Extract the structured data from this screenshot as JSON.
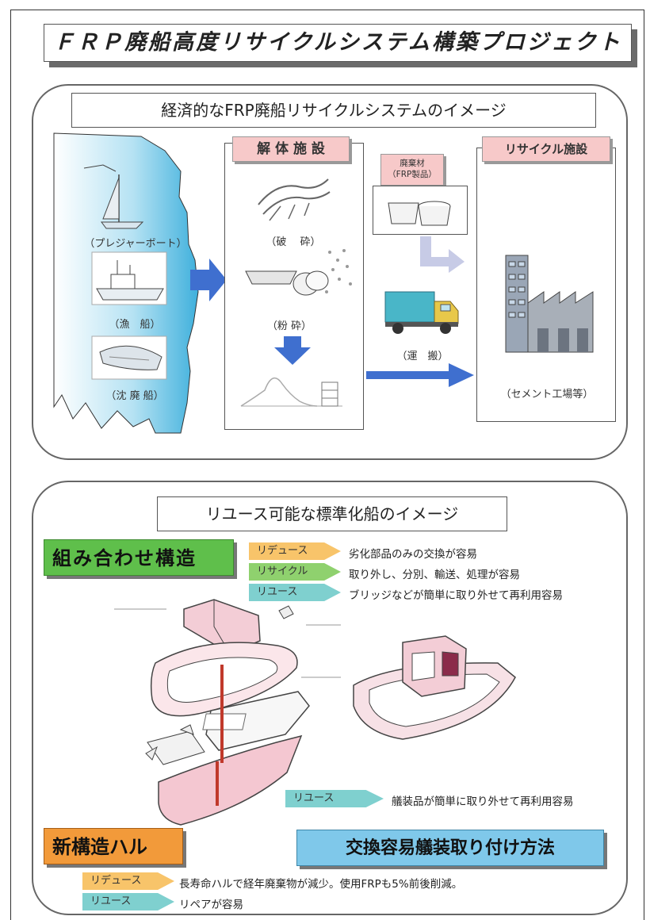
{
  "title": "ＦＲＰ廃船高度リサイクルシステム構築プロジェクト",
  "panel1": {
    "title": "経済的なFRP廃船リサイクルシステムのイメージ",
    "boats": [
      "（プレジャーボート）",
      "（漁　船）",
      "（沈 廃 船）"
    ],
    "dismantling": {
      "label": "解 体 施 設",
      "crush": "（破　 砕）",
      "pulverize": "（粉 砕）"
    },
    "materials": {
      "label": "廃棄材",
      "sublabel": "（FRP製品）"
    },
    "transport": "（運　搬）",
    "recycling": {
      "label": "リサイクル施設",
      "caption": "（セメント工場等）"
    }
  },
  "panel2": {
    "title": "リユース可能な標準化船のイメージ",
    "combo_structure": "組み合わせ構造",
    "tags_top": [
      {
        "tag": "リデュース",
        "desc": "劣化部品のみの交換が容易",
        "color": "#f8c46a"
      },
      {
        "tag": "リサイクル",
        "desc": "取り外し、分別、輸送、処理が容易",
        "color": "#8fd16e"
      },
      {
        "tag": "リユース",
        "desc": "ブリッジなどが簡単に取り外せて再利用容易",
        "color": "#7fd0cf"
      }
    ],
    "hull_reuse": {
      "tag": "リユース",
      "desc": "艤装品が簡単に取り外せて再利用容易"
    },
    "new_hull": "新構造ハル",
    "equip_method": "交換容易艤装取り付け方法",
    "tags_bottom": [
      {
        "tag": "リデュース",
        "desc": "長寿命ハルで経年廃棄物が減少。使用FRPも5%前後削減。",
        "color": "#f8c46a"
      },
      {
        "tag": "リユース",
        "desc": "リペアが容易",
        "color": "#7fd0cf"
      }
    ]
  },
  "colors": {
    "sea": "#4bb6e0",
    "arrow_blue": "#3f6fcf",
    "pink": "#f7c9c9",
    "green_box": "#5fbf4b",
    "orange_box": "#f29a3a",
    "blue_box": "#7fc8ea"
  }
}
